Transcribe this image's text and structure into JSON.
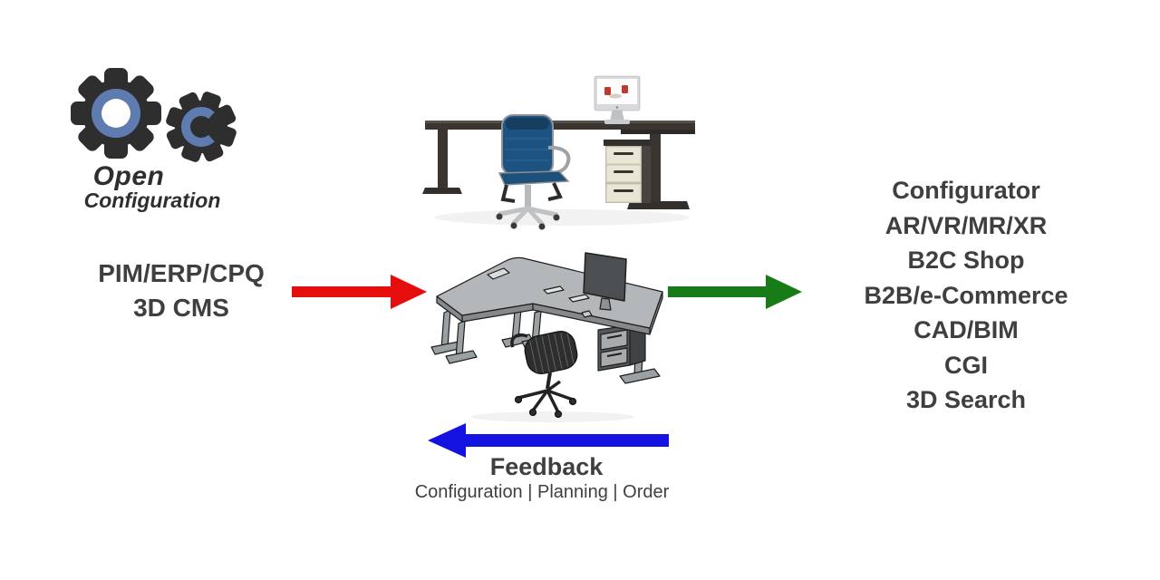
{
  "logo": {
    "title": "Open",
    "subtitle": "Configuration"
  },
  "left_block": {
    "lines": [
      "PIM/ERP/CPQ",
      "3D CMS"
    ]
  },
  "right_block": {
    "lines": [
      "Configurator",
      "AR/VR/MR/XR",
      "B2C Shop",
      "B2B/e-Commerce",
      "CAD/BIM",
      "CGI",
      "3D Search"
    ]
  },
  "feedback": {
    "title": "Feedback",
    "subtitle": "Configuration | Planning | Order"
  },
  "colors": {
    "text": "#3f3f3f",
    "logo_text": "#2e2e2e",
    "red_arrow": "#e60d0d",
    "green_arrow": "#177c17",
    "blue_arrow": "#1412e0",
    "gear_dark": "#2e2e2e",
    "gear_blue": "#5f7cb0",
    "chair_blue": "#1d5380"
  },
  "images": {
    "top_image": "rendered-office-desk-with-blue-chair-imac-configurator",
    "bottom_image": "cad-model-l-shaped-desk-with-chair-monitor"
  }
}
